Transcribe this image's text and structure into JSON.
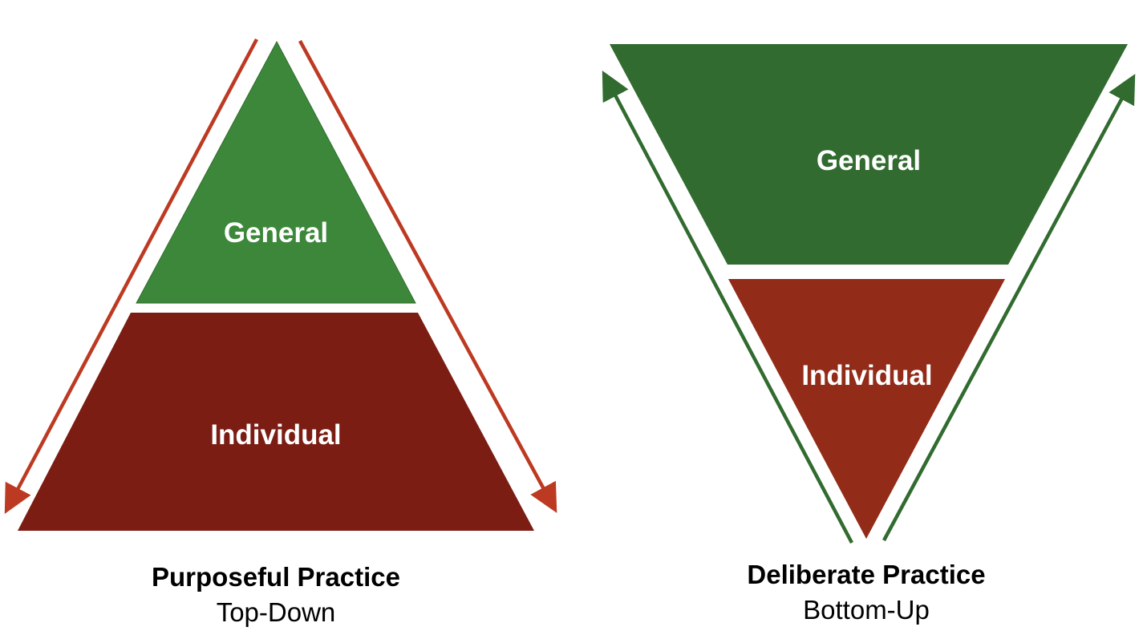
{
  "left_diagram": {
    "top_label": "General",
    "bottom_label": "Individual",
    "title": "Purposeful Practice",
    "subtitle": "Top-Down",
    "top_color": "#3c873a",
    "bottom_color": "#7b1d13",
    "arrow_color": "#bd3a22"
  },
  "right_diagram": {
    "top_label": "General",
    "bottom_label": "Individual",
    "title": "Deliberate Practice",
    "subtitle": "Bottom-Up",
    "top_color": "#316b2f",
    "bottom_color": "#922b18",
    "arrow_color": "#316b2f"
  }
}
